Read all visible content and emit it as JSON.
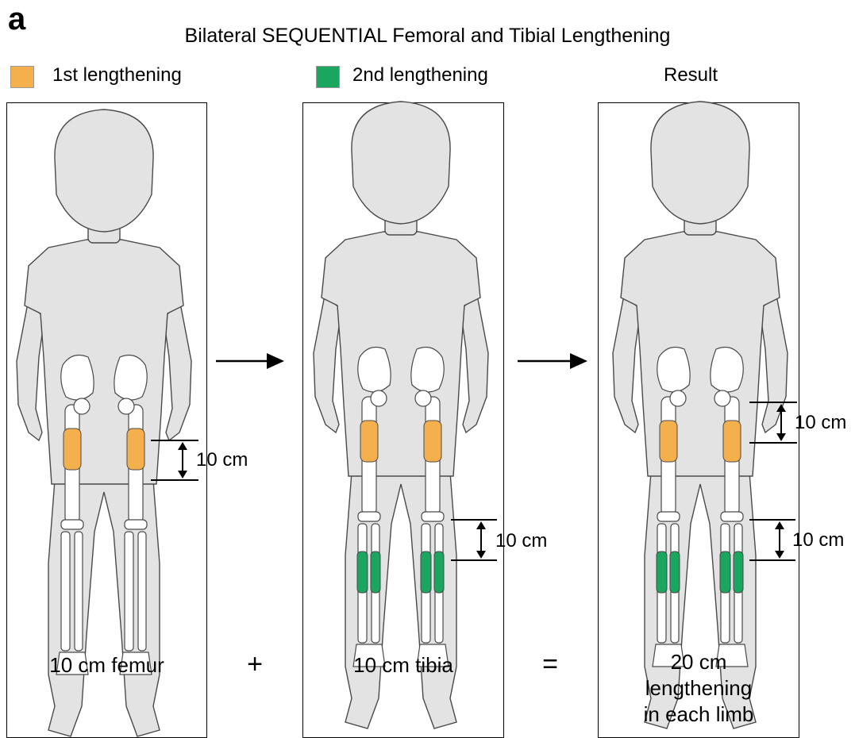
{
  "panel_label": "a",
  "title": "Bilateral SEQUENTIAL Femoral and Tibial Lengthening",
  "legend": {
    "first": {
      "label": "1st lengthening",
      "color": "#f5b04e"
    },
    "second": {
      "label": "2nd lengthening",
      "color": "#1aa65f"
    },
    "result": "Result"
  },
  "panels": [
    {
      "caption": "10 cm femur",
      "measures": [
        "10 cm"
      ]
    },
    {
      "caption": "10 cm tibia",
      "measures": [
        "10 cm"
      ]
    },
    {
      "caption_lines": [
        "20 cm",
        "lengthening",
        "in each limb"
      ],
      "measures": [
        "10 cm",
        "10 cm"
      ]
    }
  ],
  "operators": {
    "plus": "+",
    "equals": "="
  },
  "colors": {
    "body": "#e3e3e3",
    "outline": "#4a4a4a",
    "bone": "#ffffff"
  }
}
